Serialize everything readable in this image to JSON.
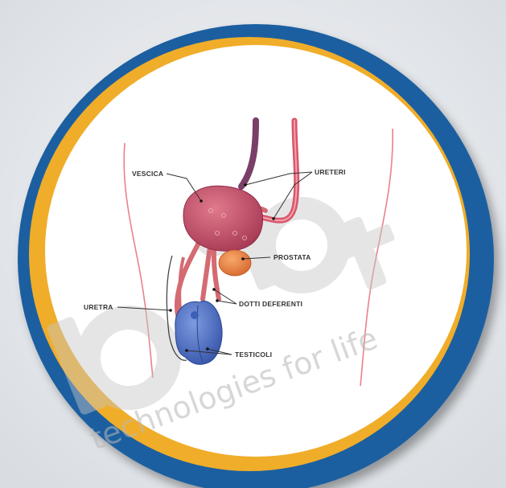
{
  "labels": {
    "vescica": "VESCICA",
    "ureteri": "URETERI",
    "prostata": "PROSTATA",
    "dotti_deferenti": "DOTTI DEFERENTI",
    "uretra": "URETRA",
    "testicoli": "TESTICOLI"
  },
  "watermark": {
    "logo": "bibt",
    "tagline": "technologies for life"
  },
  "colors": {
    "outer_ring": "#1a5fa0",
    "inner_ring": "#f0ad2a",
    "disc": "#ffffff",
    "bladder": "#c8516b",
    "prostate": "#f08a4a",
    "testes": "#4f73c8",
    "ureter": "#d9566a",
    "body_outline": "#e8828c"
  }
}
